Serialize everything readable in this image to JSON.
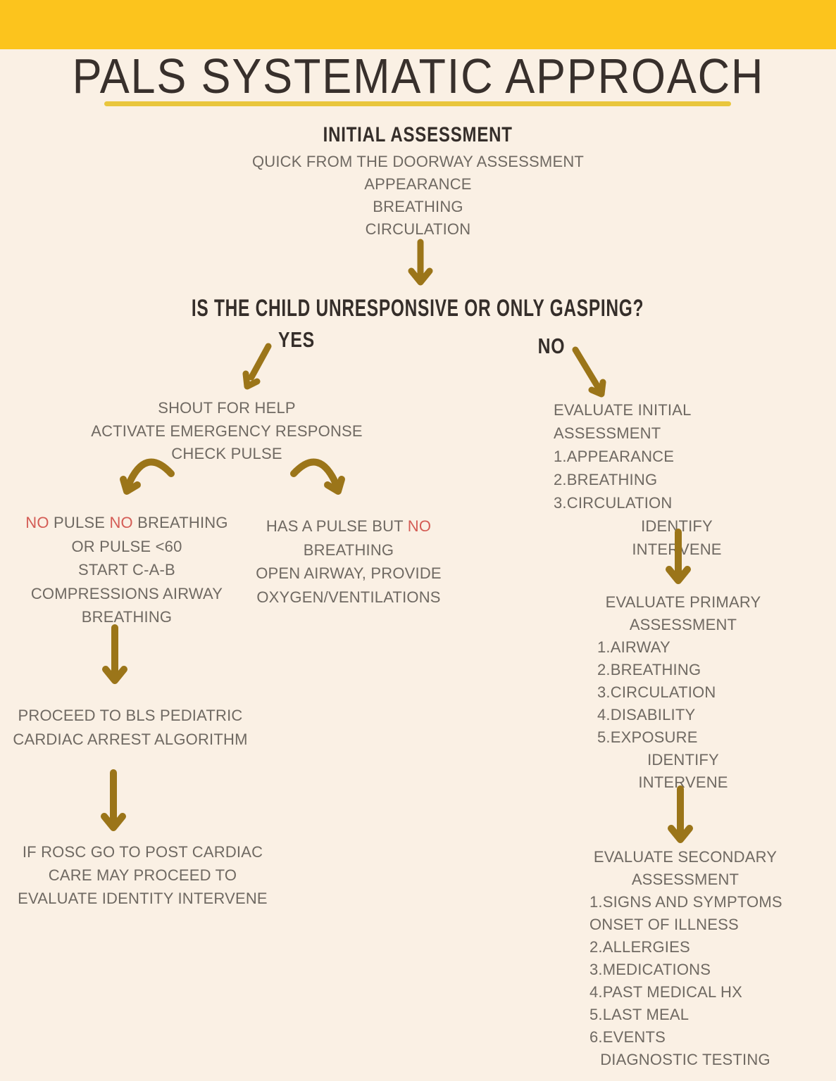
{
  "colors": {
    "background": "#faf0e4",
    "banner": "#fcc41d",
    "underline": "#e9c63d",
    "heading_text": "#352e2a",
    "title_text": "#38302c",
    "body_text": "#6f6962",
    "arrow": "#9b7519",
    "alert_red": "#d45c55"
  },
  "header": {
    "title": "PALS SYSTEMATIC APPROACH"
  },
  "initial_assessment": {
    "heading": "INITIAL ASSESSMENT",
    "lines": [
      "QUICK FROM THE DOORWAY ASSESSMENT",
      "APPEARANCE",
      "BREATHING",
      "CIRCULATION"
    ]
  },
  "question": "IS THE CHILD UNRESPONSIVE OR ONLY GASPING?",
  "branch_labels": {
    "yes": "YES",
    "no": "NO"
  },
  "yes_branch": {
    "steps": [
      "SHOUT FOR HELP",
      "ACTIVATE EMERGENCY RESPONSE",
      "CHECK PULSE"
    ],
    "no_pulse_box": {
      "lines": [
        [
          {
            "t": "NO",
            "red": true
          },
          {
            "t": " PULSE "
          },
          {
            "t": "NO",
            "red": true
          },
          {
            "t": " BREATHING"
          }
        ],
        "OR PULSE <60",
        "START C-A-B",
        "COMPRESSIONS AIRWAY",
        "BREATHING"
      ]
    },
    "has_pulse_box": {
      "lines": [
        [
          {
            "t": "HAS A PULSE BUT "
          },
          {
            "t": "NO",
            "red": true
          }
        ],
        "BREATHING",
        "OPEN AIRWAY, PROVIDE",
        "OXYGEN/VENTILATIONS"
      ]
    },
    "proceed": {
      "lines": [
        "PROCEED TO BLS PEDIATRIC",
        "CARDIAC ARREST ALGORITHM"
      ]
    },
    "rosc": {
      "lines": [
        "IF ROSC GO TO POST CARDIAC",
        "CARE MAY PROCEED TO",
        "EVALUATE IDENTITY INTERVENE"
      ]
    }
  },
  "no_branch": {
    "initial": {
      "title_lines": [
        "EVALUATE INITIAL ASSESSMENT"
      ],
      "items": [
        "1.APPEARANCE",
        "2.BREATHING",
        "3.CIRCULATION"
      ],
      "footer": [
        "IDENTIFY",
        "INTERVENE"
      ]
    },
    "primary": {
      "title_lines": [
        "EVALUATE PRIMARY",
        "ASSESSMENT"
      ],
      "items": [
        "1.AIRWAY",
        "2.BREATHING",
        "3.CIRCULATION",
        "4.DISABILITY",
        "5.EXPOSURE"
      ],
      "footer": [
        "IDENTIFY",
        "INTERVENE"
      ]
    },
    "secondary": {
      "title_lines": [
        "EVALUATE SECONDARY",
        "ASSESSMENT"
      ],
      "items": [
        "1.SIGNS AND SYMPTOMS",
        {
          "text": "ONSET OF ILLNESS",
          "cls": "indent"
        },
        "2.ALLERGIES",
        "3.MEDICATIONS",
        "4.PAST MEDICAL HX",
        "5.LAST MEAL",
        "6.EVENTS"
      ],
      "footer": [
        "DIAGNOSTIC TESTING"
      ]
    }
  }
}
